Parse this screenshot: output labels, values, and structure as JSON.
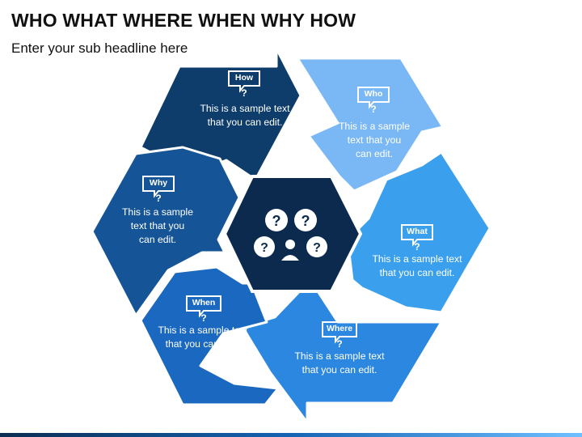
{
  "title": "WHO WHAT WHERE WHEN WHY HOW",
  "subtitle": "Enter your sub headline here",
  "segments": [
    {
      "key": "how",
      "label": "How",
      "text_line1": "This is a sample text",
      "text_line2": "that you can edit.",
      "text_line3": "",
      "color": "#0e3d6b"
    },
    {
      "key": "who",
      "label": "Who",
      "text_line1": "This is a sample",
      "text_line2": "text that you",
      "text_line3": "can edit.",
      "color": "#7ab8f5"
    },
    {
      "key": "what",
      "label": "What",
      "text_line1": "This is a sample text",
      "text_line2": "that you can edit.",
      "text_line3": "",
      "color": "#3aa0ee"
    },
    {
      "key": "where",
      "label": "Where",
      "text_line1": "This is a sample text",
      "text_line2": "that you can edit.",
      "text_line3": "",
      "color": "#2b87e0"
    },
    {
      "key": "when",
      "label": "When",
      "text_line1": "This is a sample text",
      "text_line2": "that you can edit.",
      "text_line3": "",
      "color": "#1a68bf"
    },
    {
      "key": "why",
      "label": "Why",
      "text_line1": "This is a sample",
      "text_line2": "text that you",
      "text_line3": "can edit.",
      "color": "#155597"
    }
  ],
  "center": {
    "color": "#0b2a4e",
    "icon": "question-group-icon"
  }
}
